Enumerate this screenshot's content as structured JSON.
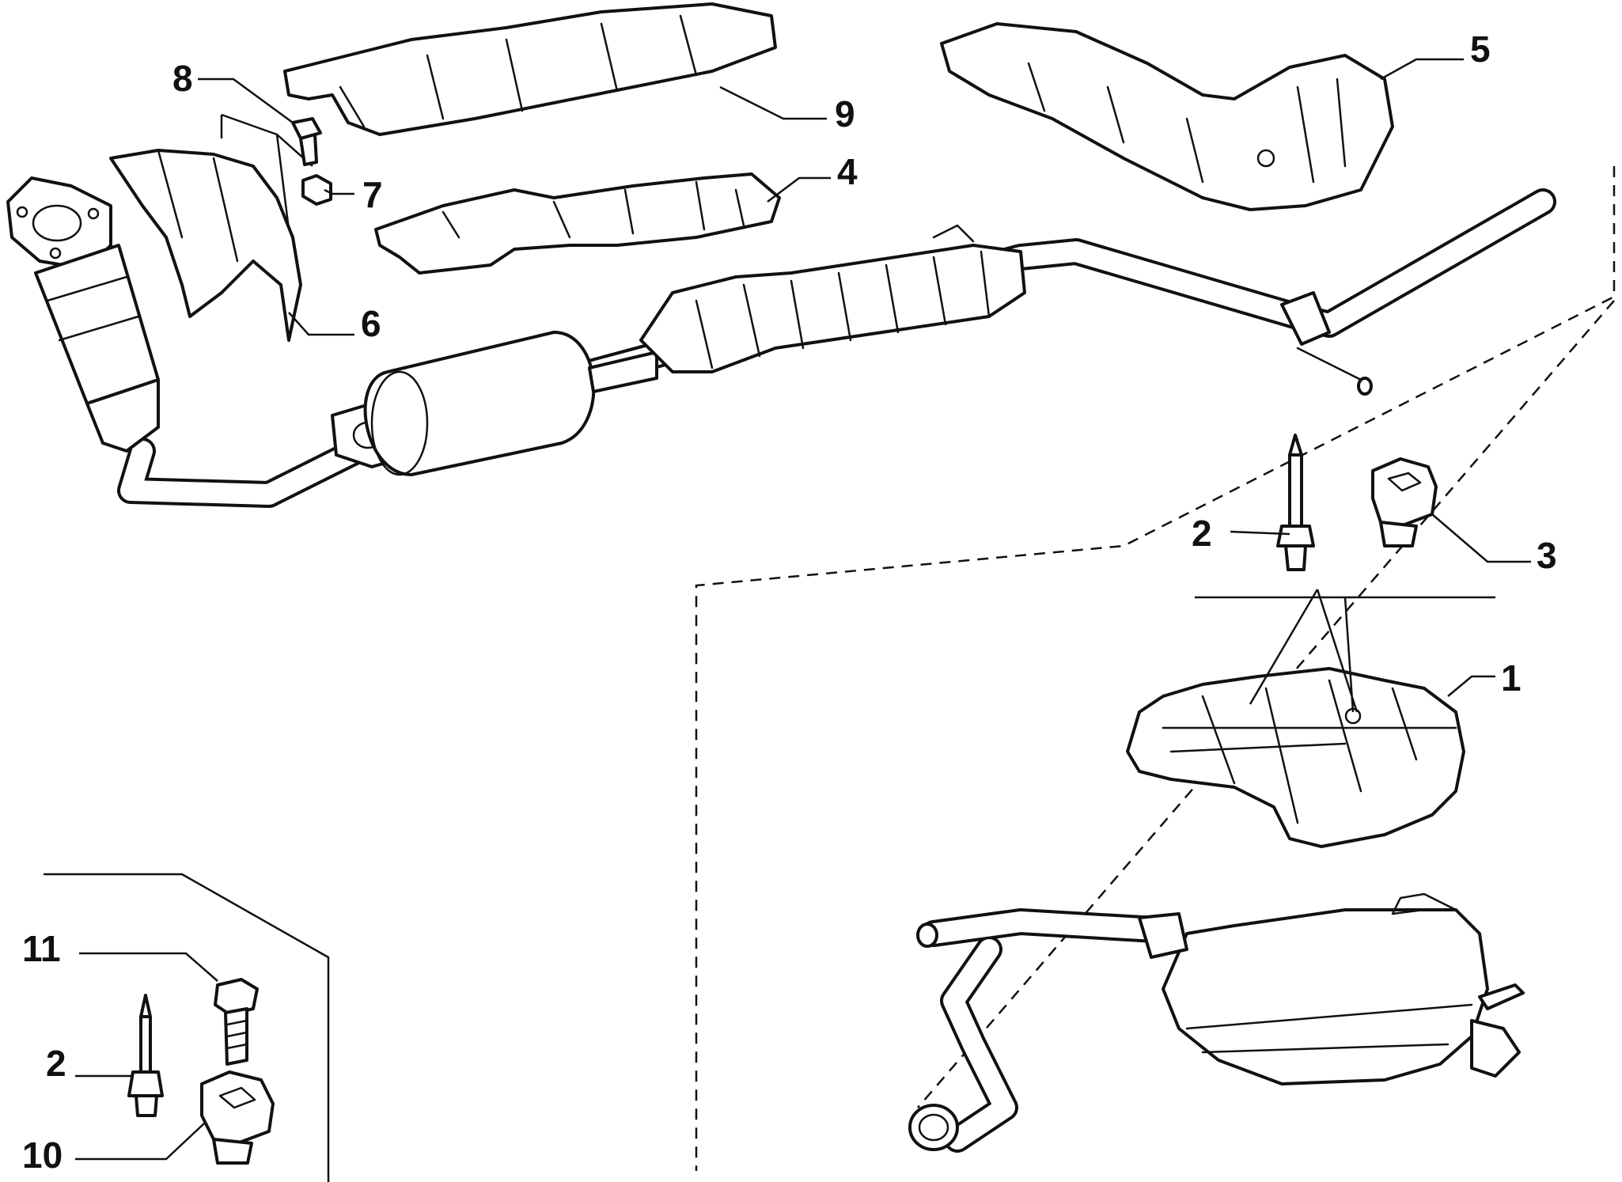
{
  "callouts": {
    "c1": "1",
    "c2_top": "2",
    "c3": "3",
    "c4": "4",
    "c5": "5",
    "c6": "6",
    "c7": "7",
    "c8": "8",
    "c9": "9",
    "c2_bottom": "2",
    "c10": "10",
    "c11": "11"
  },
  "colors": {
    "line": "#111111",
    "background": "#ffffff"
  }
}
